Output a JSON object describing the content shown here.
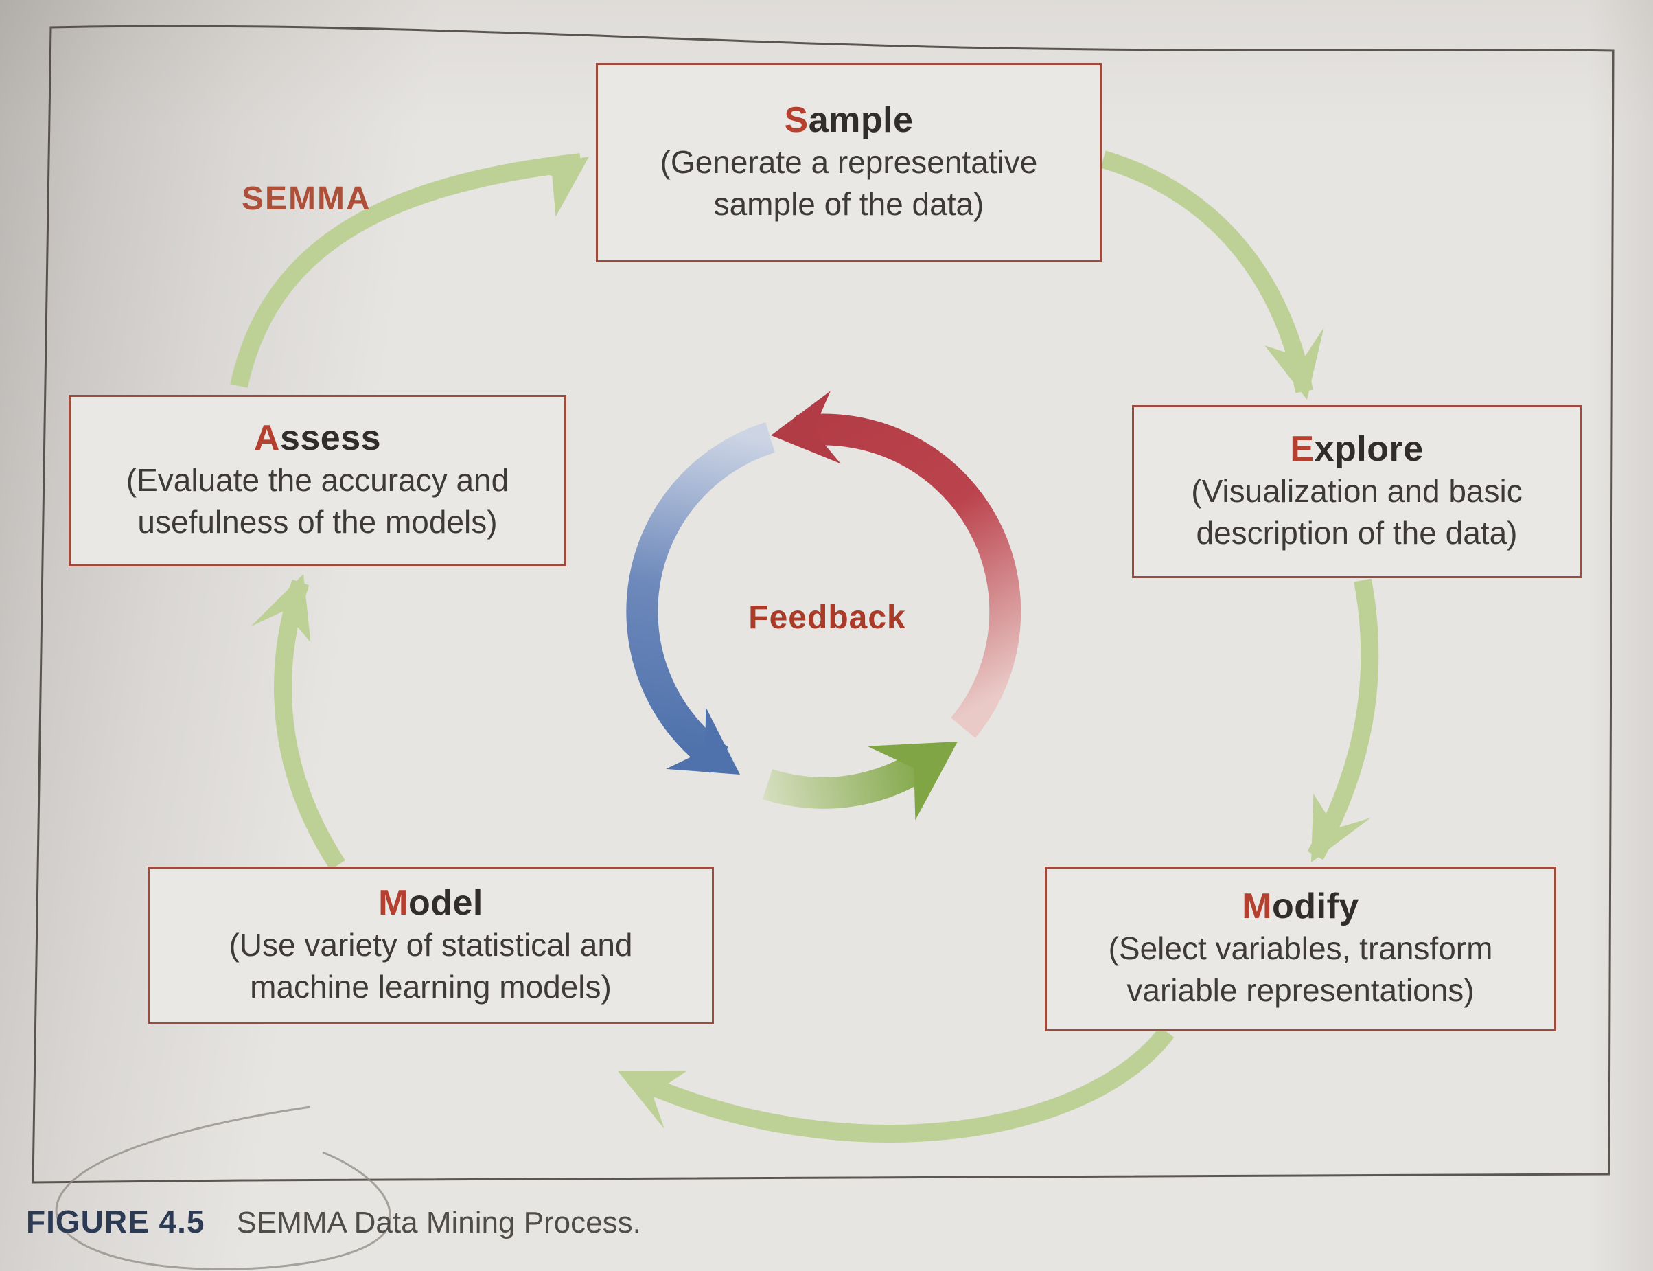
{
  "diagram": {
    "label": "SEMMA",
    "center_label": "Feedback",
    "boxes": {
      "sample": {
        "initial": "S",
        "rest": "ample",
        "line1": "(Generate a representative",
        "line2": "sample of the data)"
      },
      "explore": {
        "initial": "E",
        "rest": "xplore",
        "line1": "(Visualization and basic",
        "line2": "description of the data)"
      },
      "modify": {
        "initial": "M",
        "rest": "odify",
        "line1": "(Select variables, transform",
        "line2": "variable representations)"
      },
      "model": {
        "initial": "M",
        "rest": "odel",
        "line1": "(Use variety of statistical and",
        "line2": "machine learning models)"
      },
      "assess": {
        "initial": "A",
        "rest": "ssess",
        "line1": "(Evaluate the accuracy and",
        "line2": "usefulness of the models)"
      }
    }
  },
  "caption": {
    "number": "FIGURE 4.5",
    "title": "SEMMA Data Mining Process."
  },
  "colors": {
    "paper": "#e7e5e2",
    "frame_line": "#4b4641",
    "box_border": "#9c4b3c",
    "box_title": "#302d2b",
    "box_title_initial": "#b5402f",
    "box_subtitle": "#3d3a37",
    "semma_label": "#ad503a",
    "feedback_label": "#a93b28",
    "outer_arrow_green": "#bdd096",
    "loop_red": "#b23c45",
    "loop_blue": "#4f72ac",
    "loop_green": "#7fa544",
    "caption_number": "#2c3a54",
    "caption_title": "#504d49"
  }
}
